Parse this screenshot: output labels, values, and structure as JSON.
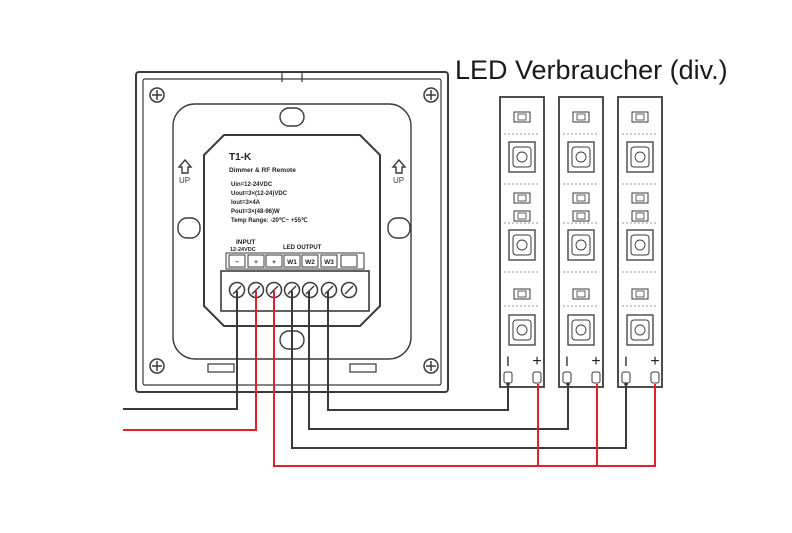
{
  "heading": "LED Verbraucher (div.)",
  "panel": {
    "model": "T1-K",
    "subtitle": "Dimmer & RF Remote",
    "specs": [
      "Uin=12-24VDC",
      "Uout=3×(12-24)VDC",
      "Iout=3×4A",
      "Pout=3×(48-96)W",
      "Temp Range: -20℃~ +55℃"
    ],
    "up_label": "UP",
    "input_label": "INPUT",
    "input_voltage": "12-24VDC",
    "output_label": "LED OUTPUT",
    "terminals": [
      "−",
      "+",
      "+",
      "W1",
      "W2",
      "W3",
      ""
    ]
  },
  "strips": {
    "count": 3,
    "minus_label": "I",
    "plus_label": "+"
  },
  "colors": {
    "wire_black": "#3a3a3a",
    "wire_red": "#e0202a",
    "outline": "#3a3a3a"
  }
}
